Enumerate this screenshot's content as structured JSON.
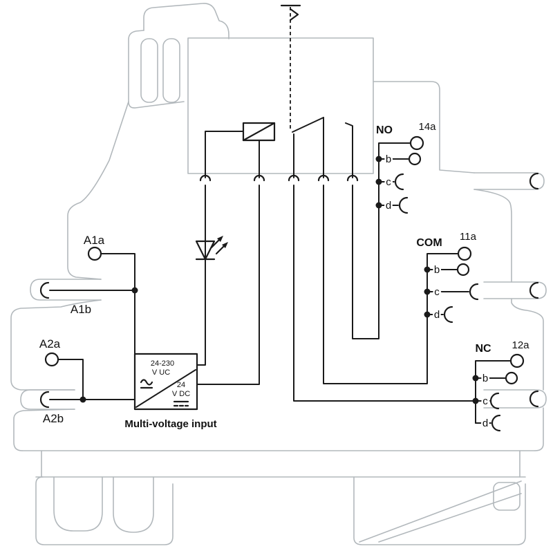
{
  "diagram": {
    "caption": "Multi-voltage input",
    "input_terminals": {
      "a1a": "A1a",
      "a1b": "A1b",
      "a2a": "A2a",
      "a2b": "A2b"
    },
    "power_module": {
      "range": "24-230",
      "range_unit": "V UC",
      "dc_value": "24",
      "dc_unit": "V DC"
    },
    "contact_groups": [
      {
        "name": "NO",
        "terminal": "14a",
        "rows": [
          "b",
          "c",
          "d"
        ]
      },
      {
        "name": "COM",
        "terminal": "11a",
        "rows": [
          "b",
          "c",
          "d"
        ]
      },
      {
        "name": "NC",
        "terminal": "12a",
        "rows": [
          "b",
          "c",
          "d"
        ]
      }
    ],
    "colors": {
      "wire": "#1a1a1a",
      "housing": "#b2b8bc"
    }
  }
}
